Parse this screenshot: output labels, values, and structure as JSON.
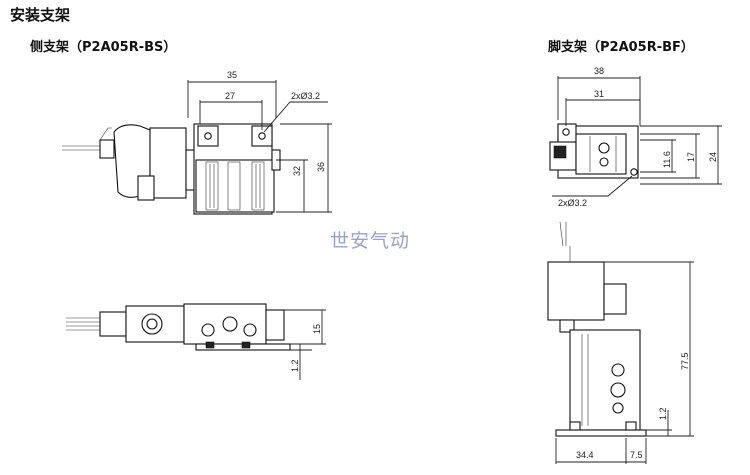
{
  "title": "安装支架",
  "side_bracket": {
    "label": "侧支架（P2A05R-BS）",
    "dims": {
      "w35": "35",
      "w27": "27",
      "hole": "2xØ3.2",
      "h32": "32",
      "h36": "36",
      "h15": "15",
      "h1_2": "1.2"
    }
  },
  "foot_bracket": {
    "label": "脚支架（P2A05R-BF）",
    "dims": {
      "w38": "38",
      "w31": "31",
      "h11_6": "11.6",
      "h17": "17",
      "h24": "24",
      "hole": "2xØ3.2",
      "h77_5": "77.5",
      "h1_2": "1.2",
      "w34_4": "34.4",
      "w7_5": "7.5"
    }
  },
  "watermark": "世安气动"
}
